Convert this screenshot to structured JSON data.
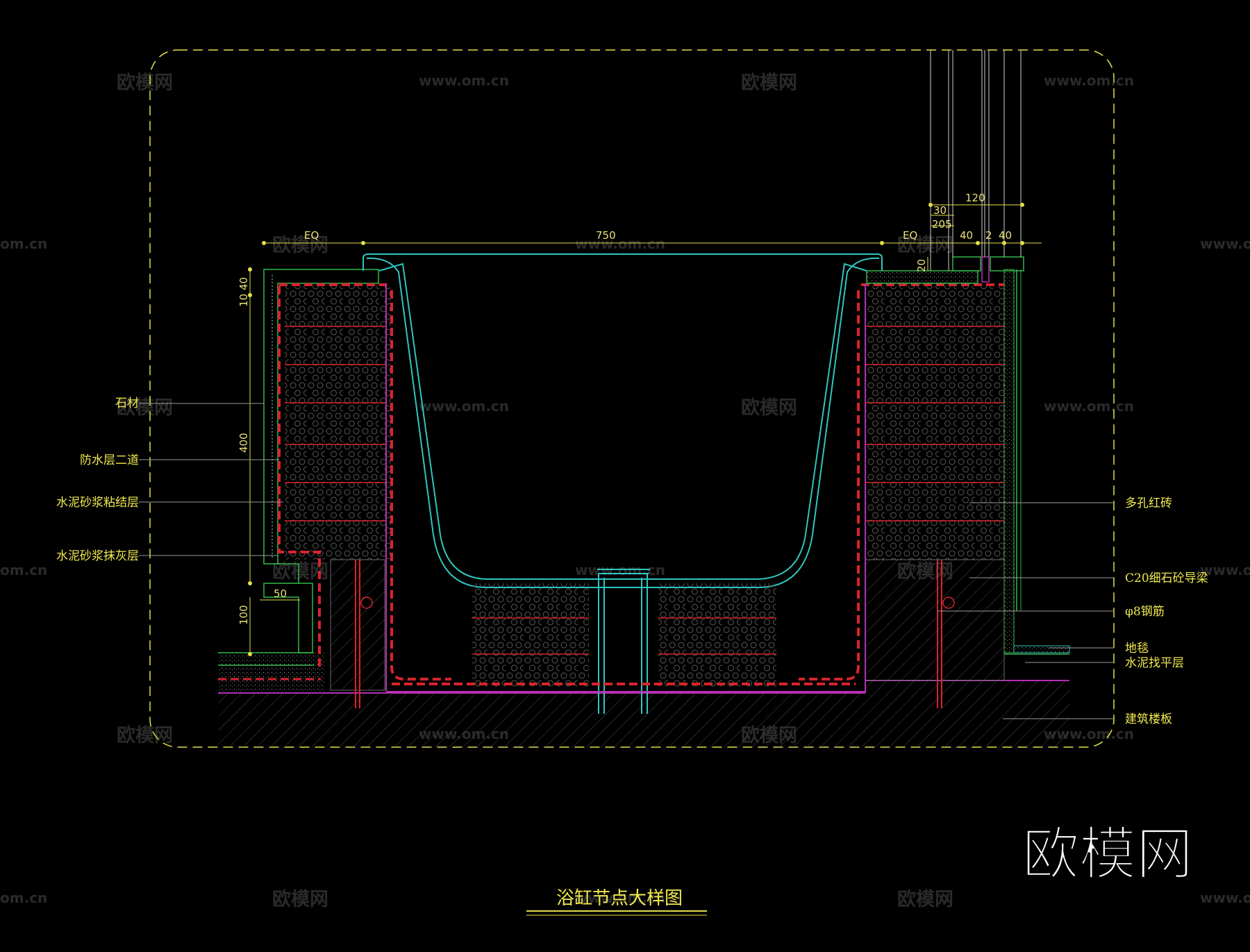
{
  "watermarks": {
    "brand": "欧模网",
    "url": "www.om.cn",
    "url_short": "om.cn"
  },
  "dimensions": {
    "eq_left": "EQ",
    "bathtub_width": "750",
    "eq_right": "EQ",
    "d120": "120",
    "d30": "30",
    "d20_5": "205",
    "d40_a": "40",
    "d2": "2",
    "d40_b": "40",
    "d20": "20",
    "d10_40": "10 40",
    "d400": "400",
    "d50": "50",
    "d100": "100"
  },
  "labels_left": {
    "stone": "石材",
    "waterproof": "防水层二道",
    "mortar_bond": "水泥砂浆粘结层",
    "mortar_plaster": "水泥砂浆抹灰层"
  },
  "labels_right": {
    "brick": "多孔红砖",
    "beam": "C20细石砼导梁",
    "rebar": "φ8钢筋",
    "carpet": "地毯",
    "screed": "水泥找平层",
    "slab": "建筑楼板"
  },
  "title": "浴缸节点大样图",
  "logo": "欧模网",
  "colors": {
    "background": "#000000",
    "frame": "#e6e04a",
    "brick_line": "#d8242c",
    "cyan": "#2fc6c0",
    "green": "#34b84a",
    "magenta": "#b42fb4",
    "text": "#f2ea4f"
  }
}
